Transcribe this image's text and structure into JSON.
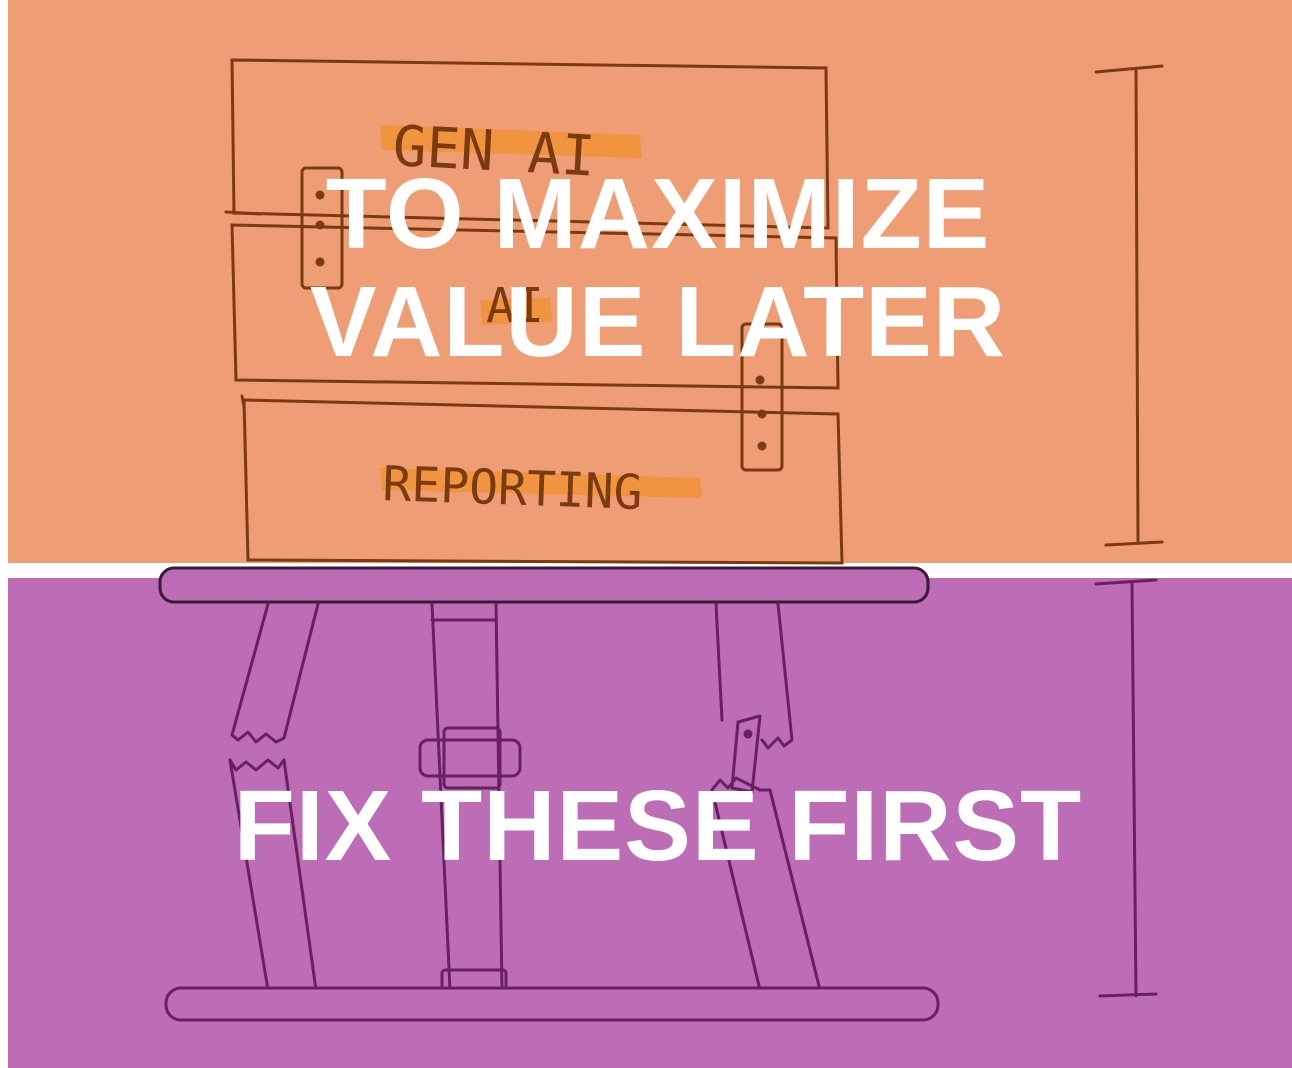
{
  "colors": {
    "top_background": "#ee9d74",
    "bottom_background": "#bd6db6",
    "ink_top": "#7a3b10",
    "ink_bottom": "#6a1f5e",
    "highlight": "#f0922e",
    "text": "#ffffff"
  },
  "headlines": {
    "top_line1": "TO MAXIMIZE",
    "top_line2": "VALUE LATER",
    "bottom": "FIX THESE FIRST"
  },
  "sketch_labels": {
    "box1": "GEN AI",
    "box2": "AI",
    "box3": "REPORTING"
  }
}
